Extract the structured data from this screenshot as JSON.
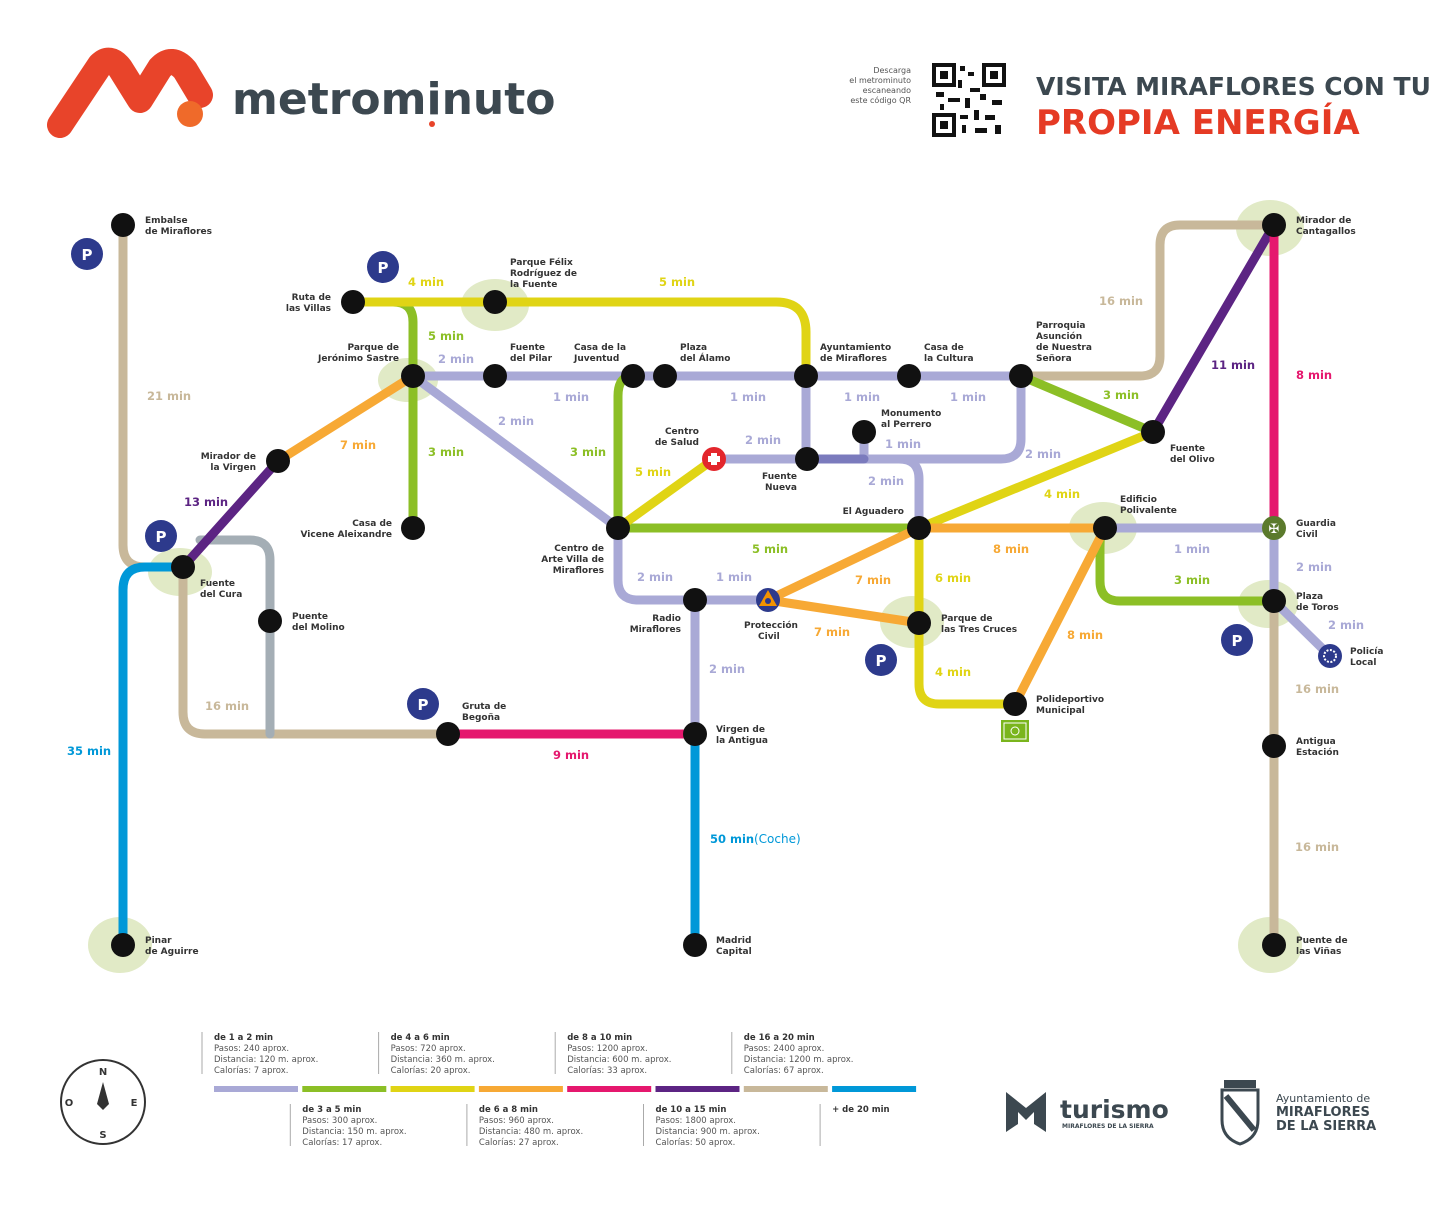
{
  "header": {
    "brand": "metrominuto",
    "qr_text": [
      "Descarga",
      "el metrominuto",
      "escaneando",
      "este código QR"
    ],
    "headline_1": "VISITA MIRAFLORES CON TU",
    "headline_2": "PROPIA ENERGÍA"
  },
  "colors": {
    "lavender": "#a9a9d6",
    "green": "#8cbf26",
    "yellow": "#e0d415",
    "orange": "#f7a935",
    "pink": "#e5186e",
    "purple": "#5c2483",
    "tan": "#c8b89a",
    "blue": "#0098d8",
    "gray": "#a4aeb5"
  },
  "stations": {
    "embalse": [
      "Embalse",
      "de Miraflores"
    ],
    "ruta": [
      "Ruta de",
      "las Villas"
    ],
    "felix": [
      "Parque Félix",
      "Rodríguez de",
      "la Fuente"
    ],
    "jeronimo": [
      "Parque de",
      "Jerónimo Sastre"
    ],
    "pilar": [
      "Fuente",
      "del Pilar"
    ],
    "juventud": [
      "Casa de la",
      "Juventud"
    ],
    "alamo": [
      "Plaza",
      "del Álamo"
    ],
    "ayuntamiento": [
      "Ayuntamiento",
      "de Miraflores"
    ],
    "cultura": [
      "Casa de",
      "la Cultura"
    ],
    "parroquia": [
      "Parroquia",
      "Asunción",
      "de Nuestra",
      "Señora"
    ],
    "cantagallos": [
      "Mirador de",
      "Cantagallos"
    ],
    "olivo": [
      "Fuente",
      "del Olivo"
    ],
    "perrero": [
      "Monumento",
      "al Perrero"
    ],
    "salud": [
      "Centro",
      "de Salud"
    ],
    "nueva": [
      "Fuente",
      "Nueva"
    ],
    "virgen": [
      "Mirador de",
      "la Virgen"
    ],
    "aleixandre": [
      "Casa de",
      "Vicene Aleixandre"
    ],
    "arte": [
      "Centro de",
      "Arte Villa de",
      "Miraflores"
    ],
    "aguadero": [
      "El Aguadero"
    ],
    "polivalente": [
      "Edificio",
      "Polivalente"
    ],
    "guardia": [
      "Guardia",
      "Civil"
    ],
    "cura": [
      "Fuente",
      "del Cura"
    ],
    "molino": [
      "Puente",
      "del Molino"
    ],
    "radio": [
      "Radio",
      "Miraflores"
    ],
    "proteccion": [
      "Protección",
      "Civil"
    ],
    "cruces": [
      "Parque de",
      "las Tres Cruces"
    ],
    "toros": [
      "Plaza",
      "de Toros"
    ],
    "policia": [
      "Policía",
      "Local"
    ],
    "polideportivo": [
      "Polideportivo",
      "Municipal"
    ],
    "gruta": [
      "Gruta de",
      "Begoña"
    ],
    "antigua": [
      "Virgen de",
      "la Antigua"
    ],
    "estacion": [
      "Antigua",
      "Estación"
    ],
    "pinar": [
      "Pinar",
      "de Aguirre"
    ],
    "madrid": [
      "Madrid",
      "Capital"
    ],
    "vinas": [
      "Puente de",
      "las Viñas"
    ]
  },
  "parking_label": "P",
  "times": [
    {
      "text": "21 min",
      "color": "#c8b89a"
    },
    {
      "text": "4 min",
      "color": "#e0d415"
    },
    {
      "text": "5 min",
      "color": "#e0d415"
    },
    {
      "text": "5 min",
      "color": "#8cbf26"
    },
    {
      "text": "2 min",
      "color": "#a9a9d6"
    },
    {
      "text": "1 min",
      "color": "#a9a9d6"
    },
    {
      "text": "1 min",
      "color": "#a9a9d6"
    },
    {
      "text": "1 min",
      "color": "#a9a9d6"
    },
    {
      "text": "1 min",
      "color": "#a9a9d6"
    },
    {
      "text": "2 min",
      "color": "#a9a9d6"
    },
    {
      "text": "7 min",
      "color": "#f7a935"
    },
    {
      "text": "3 min",
      "color": "#8cbf26"
    },
    {
      "text": "3 min",
      "color": "#8cbf26"
    },
    {
      "text": "2 min",
      "color": "#a9a9d6"
    },
    {
      "text": "5 min",
      "color": "#e0d415"
    },
    {
      "text": "1 min",
      "color": "#a9a9d6"
    },
    {
      "text": "2 min",
      "color": "#a9a9d6"
    },
    {
      "text": "2 min",
      "color": "#a9a9d6"
    },
    {
      "text": "16 min",
      "color": "#c8b89a"
    },
    {
      "text": "11 min",
      "color": "#5c2483"
    },
    {
      "text": "8 min",
      "color": "#e5186e"
    },
    {
      "text": "3 min",
      "color": "#8cbf26"
    },
    {
      "text": "4 min",
      "color": "#e0d415"
    },
    {
      "text": "13 min",
      "color": "#5c2483"
    },
    {
      "text": "5 min",
      "color": "#8cbf26"
    },
    {
      "text": "8 min",
      "color": "#f7a935"
    },
    {
      "text": "1 min",
      "color": "#a9a9d6"
    },
    {
      "text": "2 min",
      "color": "#a9a9d6"
    },
    {
      "text": "2 min",
      "color": "#a9a9d6"
    },
    {
      "text": "1 min",
      "color": "#a9a9d6"
    },
    {
      "text": "7 min",
      "color": "#f7a935"
    },
    {
      "text": "6 min",
      "color": "#e0d415"
    },
    {
      "text": "3 min",
      "color": "#8cbf26"
    },
    {
      "text": "2 min",
      "color": "#a9a9d6"
    },
    {
      "text": "7 min",
      "color": "#f7a935"
    },
    {
      "text": "8 min",
      "color": "#f7a935"
    },
    {
      "text": "2 min",
      "color": "#a9a9d6"
    },
    {
      "text": "4 min",
      "color": "#e0d415"
    },
    {
      "text": "16 min",
      "color": "#c8b89a"
    },
    {
      "text": "16 min",
      "color": "#c8b89a"
    },
    {
      "text": "35 min",
      "color": "#0098d8"
    },
    {
      "text": "9 min",
      "color": "#e5186e"
    },
    {
      "text": "50 min",
      "color": "#0098d8"
    },
    {
      "text": "16 min",
      "color": "#c8b89a"
    }
  ],
  "coche_label": "(Coche)",
  "legend": [
    {
      "title": "de 1 a 2 min",
      "pasos": "Pasos: 240 aprox.",
      "distancia": "Distancia: 120 m. aprox.",
      "calorias": "Calorías: 7 aprox.",
      "color": "#a9a9d6"
    },
    {
      "title": "de 3 a 5 min",
      "pasos": "Pasos: 300 aprox.",
      "distancia": "Distancia: 150 m. aprox.",
      "calorias": "Calorías: 17 aprox.",
      "color": "#8cbf26"
    },
    {
      "title": "de 4 a 6 min",
      "pasos": "Pasos: 720 aprox.",
      "distancia": "Distancia: 360 m. aprox.",
      "calorias": "Calorías: 20 aprox.",
      "color": "#e0d415"
    },
    {
      "title": "de 6 a 8 min",
      "pasos": "Pasos: 960 aprox.",
      "distancia": "Distancia: 480 m. aprox.",
      "calorias": "Calorías: 27 aprox.",
      "color": "#f7a935"
    },
    {
      "title": "de 8 a 10 min",
      "pasos": "Pasos: 1200 aprox.",
      "distancia": "Distancia: 600 m. aprox.",
      "calorias": "Calorías: 33 aprox.",
      "color": "#e5186e"
    },
    {
      "title": "de 10 a 15 min",
      "pasos": "Pasos: 1800 aprox.",
      "distancia": "Distancia: 900 m. aprox.",
      "calorias": "Calorías: 50 aprox.",
      "color": "#5c2483"
    },
    {
      "title": "de 16 a 20 min",
      "pasos": "Pasos: 2400 aprox.",
      "distancia": "Distancia: 1200 m. aprox.",
      "calorias": "Calorías: 67 aprox.",
      "color": "#c8b89a"
    },
    {
      "title": "+ de 20 min",
      "color": "#0098d8"
    }
  ],
  "compass": {
    "n": "N",
    "s": "S",
    "e": "E",
    "o": "O"
  },
  "footer": {
    "turismo": "turismo",
    "turismo_sub": "MIRAFLORES DE LA SIERRA",
    "ayto_1": "Ayuntamiento de",
    "ayto_2": "MIRAFLORES",
    "ayto_3": "DE LA SIERRA"
  }
}
